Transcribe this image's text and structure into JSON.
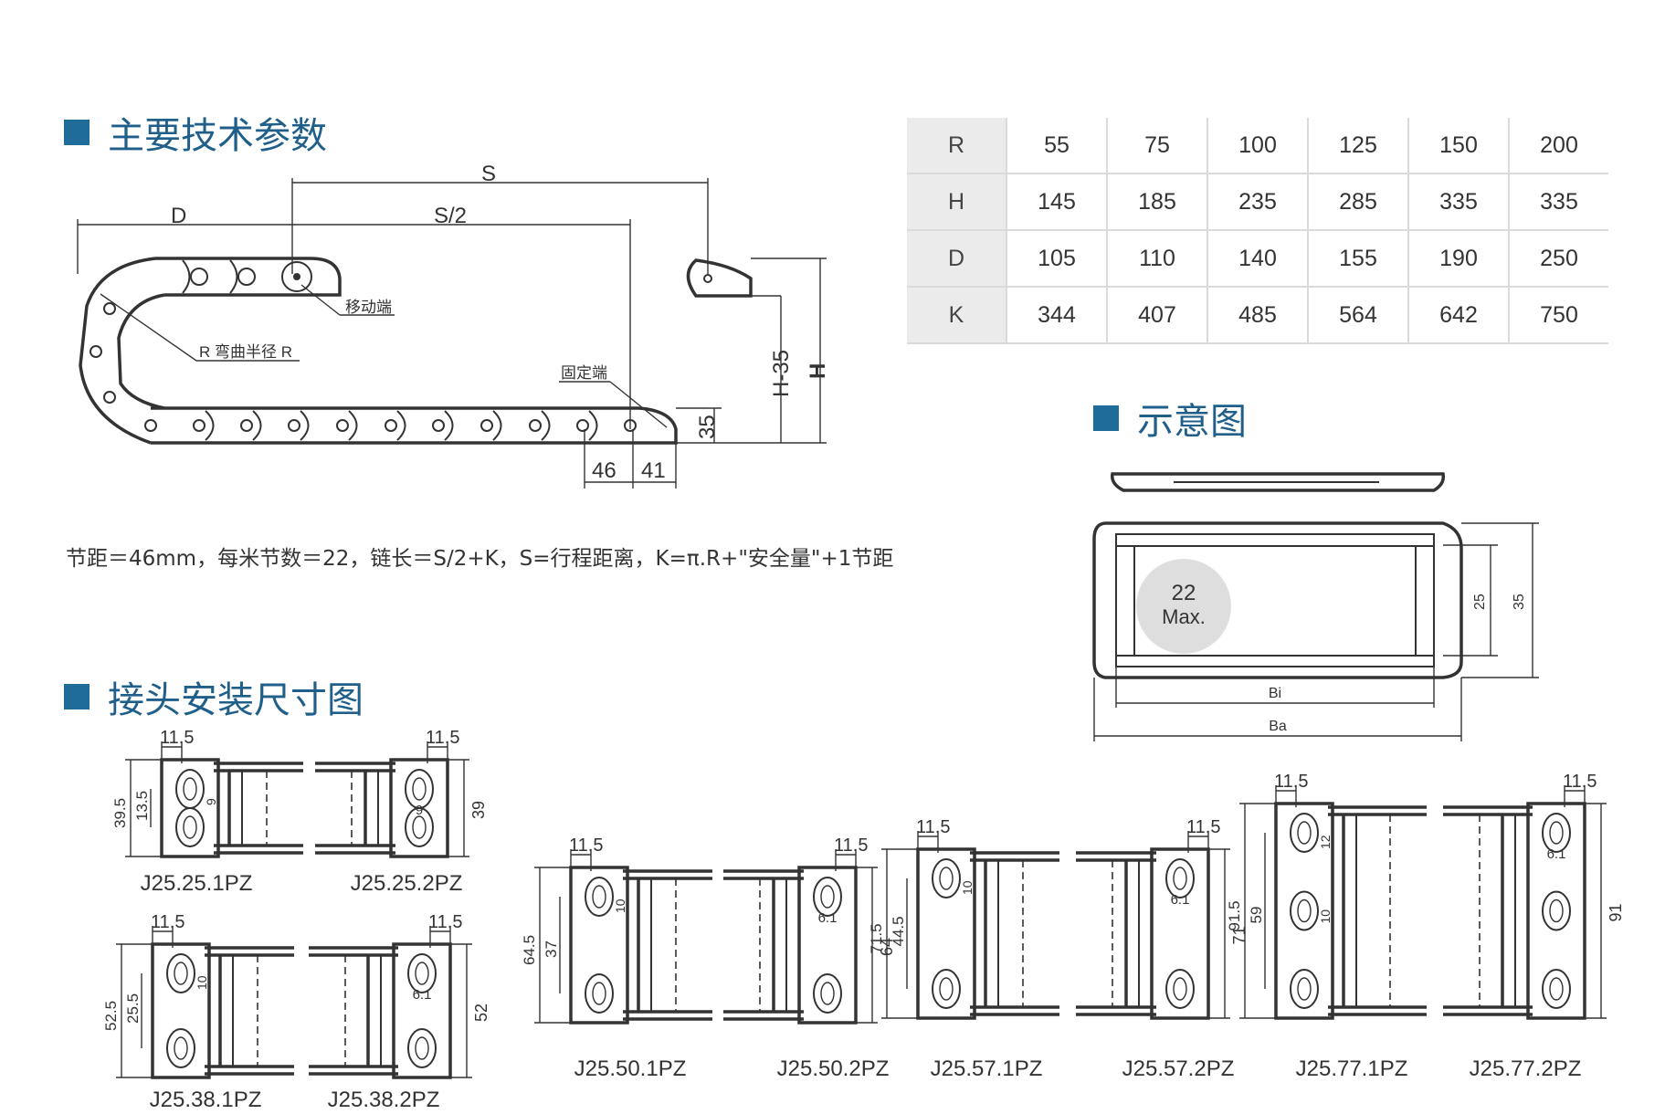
{
  "sections": {
    "tech_params": "主要技术参数",
    "schematic": "示意图",
    "connector": "接头安装尺寸图"
  },
  "table": {
    "rows": [
      {
        "label": "R",
        "values": [
          "55",
          "75",
          "100",
          "125",
          "150",
          "200"
        ]
      },
      {
        "label": "H",
        "values": [
          "145",
          "185",
          "235",
          "285",
          "335",
          "335"
        ]
      },
      {
        "label": "D",
        "values": [
          "105",
          "110",
          "140",
          "155",
          "190",
          "250"
        ]
      },
      {
        "label": "K",
        "values": [
          "344",
          "407",
          "485",
          "564",
          "642",
          "750"
        ]
      }
    ]
  },
  "formula": "节距＝46mm，每米节数＝22，链长＝S/2+K，S=行程距离，K=π.R+\"安全量\"+1节距",
  "chain_diagram": {
    "s": "S",
    "s_half": "S/2",
    "d": "D",
    "moving_end": "移动端",
    "bend_radius": "R 弯曲半径 R",
    "fixed_end": "固定端",
    "h_minus_35": "H-35",
    "h": "H",
    "dim_35": "35",
    "dim_46": "46",
    "dim_41": "41"
  },
  "cross_section": {
    "max_num": "22",
    "max_text": "Max.",
    "bi": "Bi",
    "ba": "Ba",
    "dim_25": "25",
    "dim_35": "35"
  },
  "connectors": [
    {
      "name": "J25.25.1PZ",
      "dims": [
        "11.5",
        "39.5",
        "13.5",
        "9"
      ]
    },
    {
      "name": "J25.25.2PZ",
      "dims": [
        "11.5",
        "39",
        "9"
      ]
    },
    {
      "name": "J25.38.1PZ",
      "dims": [
        "11.5",
        "52.5",
        "25.5",
        "10"
      ]
    },
    {
      "name": "J25.38.2PZ",
      "dims": [
        "11.5",
        "52",
        "6.1"
      ]
    },
    {
      "name": "J25.50.1PZ",
      "dims": [
        "11.5",
        "64.5",
        "37",
        "10"
      ]
    },
    {
      "name": "J25.50.2PZ",
      "dims": [
        "11.5",
        "64",
        "6.1"
      ]
    },
    {
      "name": "J25.57.1PZ",
      "dims": [
        "11.5",
        "71.5",
        "44.5",
        "10"
      ]
    },
    {
      "name": "J25.57.2PZ",
      "dims": [
        "11.5",
        "71",
        "6.1"
      ]
    },
    {
      "name": "J25.77.1PZ",
      "dims": [
        "11.5",
        "91.5",
        "59",
        "12",
        "10"
      ]
    },
    {
      "name": "J25.77.2PZ",
      "dims": [
        "11.5",
        "91",
        "6.1"
      ]
    }
  ]
}
